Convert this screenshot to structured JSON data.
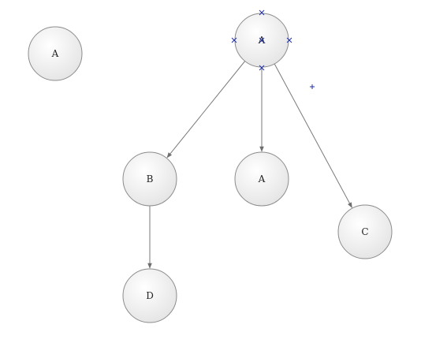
{
  "diagram": {
    "nodes": [
      {
        "id": "n1",
        "label": "A"
      },
      {
        "id": "n2",
        "label": "A",
        "selected": true
      },
      {
        "id": "n3",
        "label": "B"
      },
      {
        "id": "n4",
        "label": "A"
      },
      {
        "id": "n5",
        "label": "C"
      },
      {
        "id": "n6",
        "label": "D"
      }
    ],
    "edges": [
      {
        "from": "n2",
        "to": "n3"
      },
      {
        "from": "n2",
        "to": "n4"
      },
      {
        "from": "n2",
        "to": "n5"
      },
      {
        "from": "n3",
        "to": "n6"
      }
    ],
    "colors": {
      "node_fill_top": "#ffffff",
      "node_fill_bottom": "#e6e6e6",
      "node_stroke": "#8c8c8c",
      "edge": "#7a7a7a",
      "selection_handle": "#1f2fa8"
    }
  }
}
